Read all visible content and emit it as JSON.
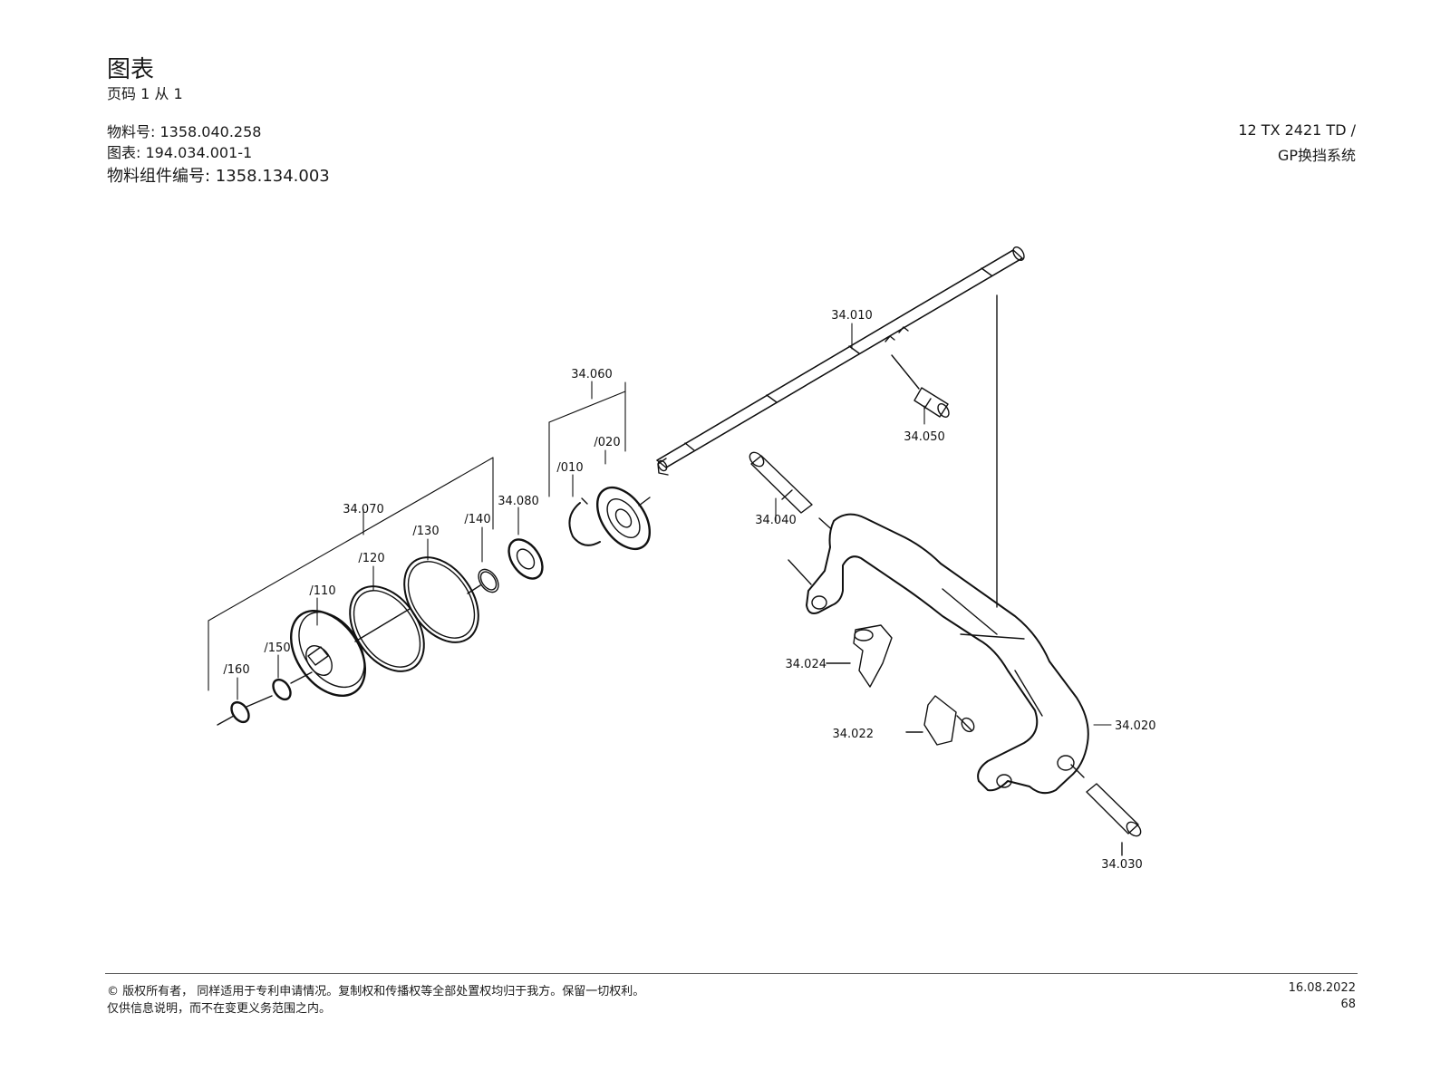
{
  "header": {
    "title": "图表",
    "page_count": "页码 1 从 1",
    "material_no": "物料号: 1358.040.258",
    "diagram_no": "图表: 194.034.001-1",
    "component_no": "物料组件编号: 1358.134.003",
    "model": "12 TX 2421 TD /",
    "system": "GP换挡系统"
  },
  "labels": {
    "shaft": "34.010",
    "fork": "34.020",
    "pad_lower": "34.022",
    "pad_upper": "34.024",
    "pin_lower": "34.030",
    "pin_upper": "34.040",
    "detent_pin": "34.050",
    "kit_a": "34.060",
    "kit_a_ring": "/010",
    "kit_a_bearing": "/020",
    "kit_b": "34.070",
    "kit_b_seal": "34.080",
    "kit_b_110": "/110",
    "kit_b_120": "/120",
    "kit_b_130": "/130",
    "kit_b_140": "/140",
    "kit_b_150": "/150",
    "kit_b_160": "/160"
  },
  "footer": {
    "copyright_line1": "© 版权所有者， 同样适用于专利申请情况。复制权和传播权等全部处置权均归于我方。保留一切权利。",
    "copyright_line2": "仅供信息说明，而不在变更义务范围之内。",
    "date": "16.08.2022",
    "page": "68"
  }
}
